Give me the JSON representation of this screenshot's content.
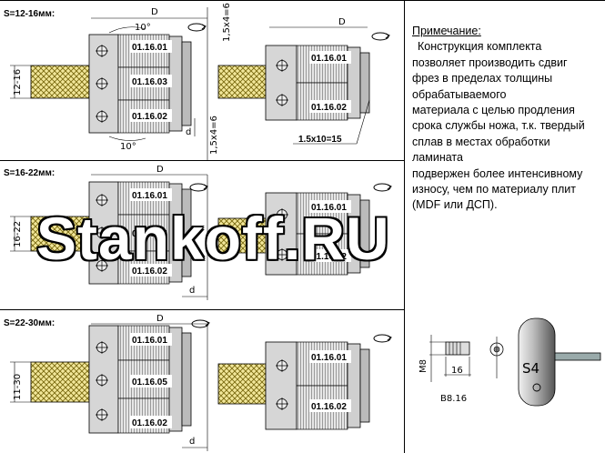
{
  "sections": [
    {
      "title": "S=12-16мм:",
      "range": "12-16",
      "angle_top": "10°",
      "angle_bottom": "10°",
      "dim_d": "D",
      "dim_small": "d",
      "chamfer_top": "1,5x4=6",
      "chamfer_bottom": "1,5x4=6",
      "left_parts": [
        "01.16.01",
        "01.16.03",
        "01.16.02"
      ],
      "right_parts": [
        "01.16.01",
        "01.16.02"
      ],
      "right_note": "1.5x10=15"
    },
    {
      "title": "S=16-22мм:",
      "range": "16-22",
      "dim_d": "D",
      "dim_small": "d",
      "left_parts": [
        "01.16.01",
        "01.16.04",
        "01.16.02"
      ],
      "right_parts": [
        "01.16.01",
        "01.16.02"
      ]
    },
    {
      "title": "S=22-30мм:",
      "range": "11-30",
      "dim_d": "D",
      "dim_small": "d",
      "left_parts": [
        "01.16.01",
        "01.16.05",
        "01.16.02"
      ],
      "right_parts": [
        "01.16.01",
        "01.16.02"
      ]
    }
  ],
  "note": {
    "heading": "Примечание:",
    "lines": [
      "Конструкция комплекта",
      "позволяет производить сдвиг",
      "фрез в пределах толщины",
      "обрабатываемого",
      "материала с целью продления",
      "срока службы ножа, т.к. твердый",
      "сплав в местах обработки",
      "ламината",
      "подвержен более интенсивному",
      "износу, чем по материалу плит",
      "(MDF или ДСП)."
    ]
  },
  "screw": {
    "thread": "M8",
    "length": "16",
    "code": "B8.16",
    "key_label": "S4"
  },
  "watermark": "Stankoff.RU"
}
